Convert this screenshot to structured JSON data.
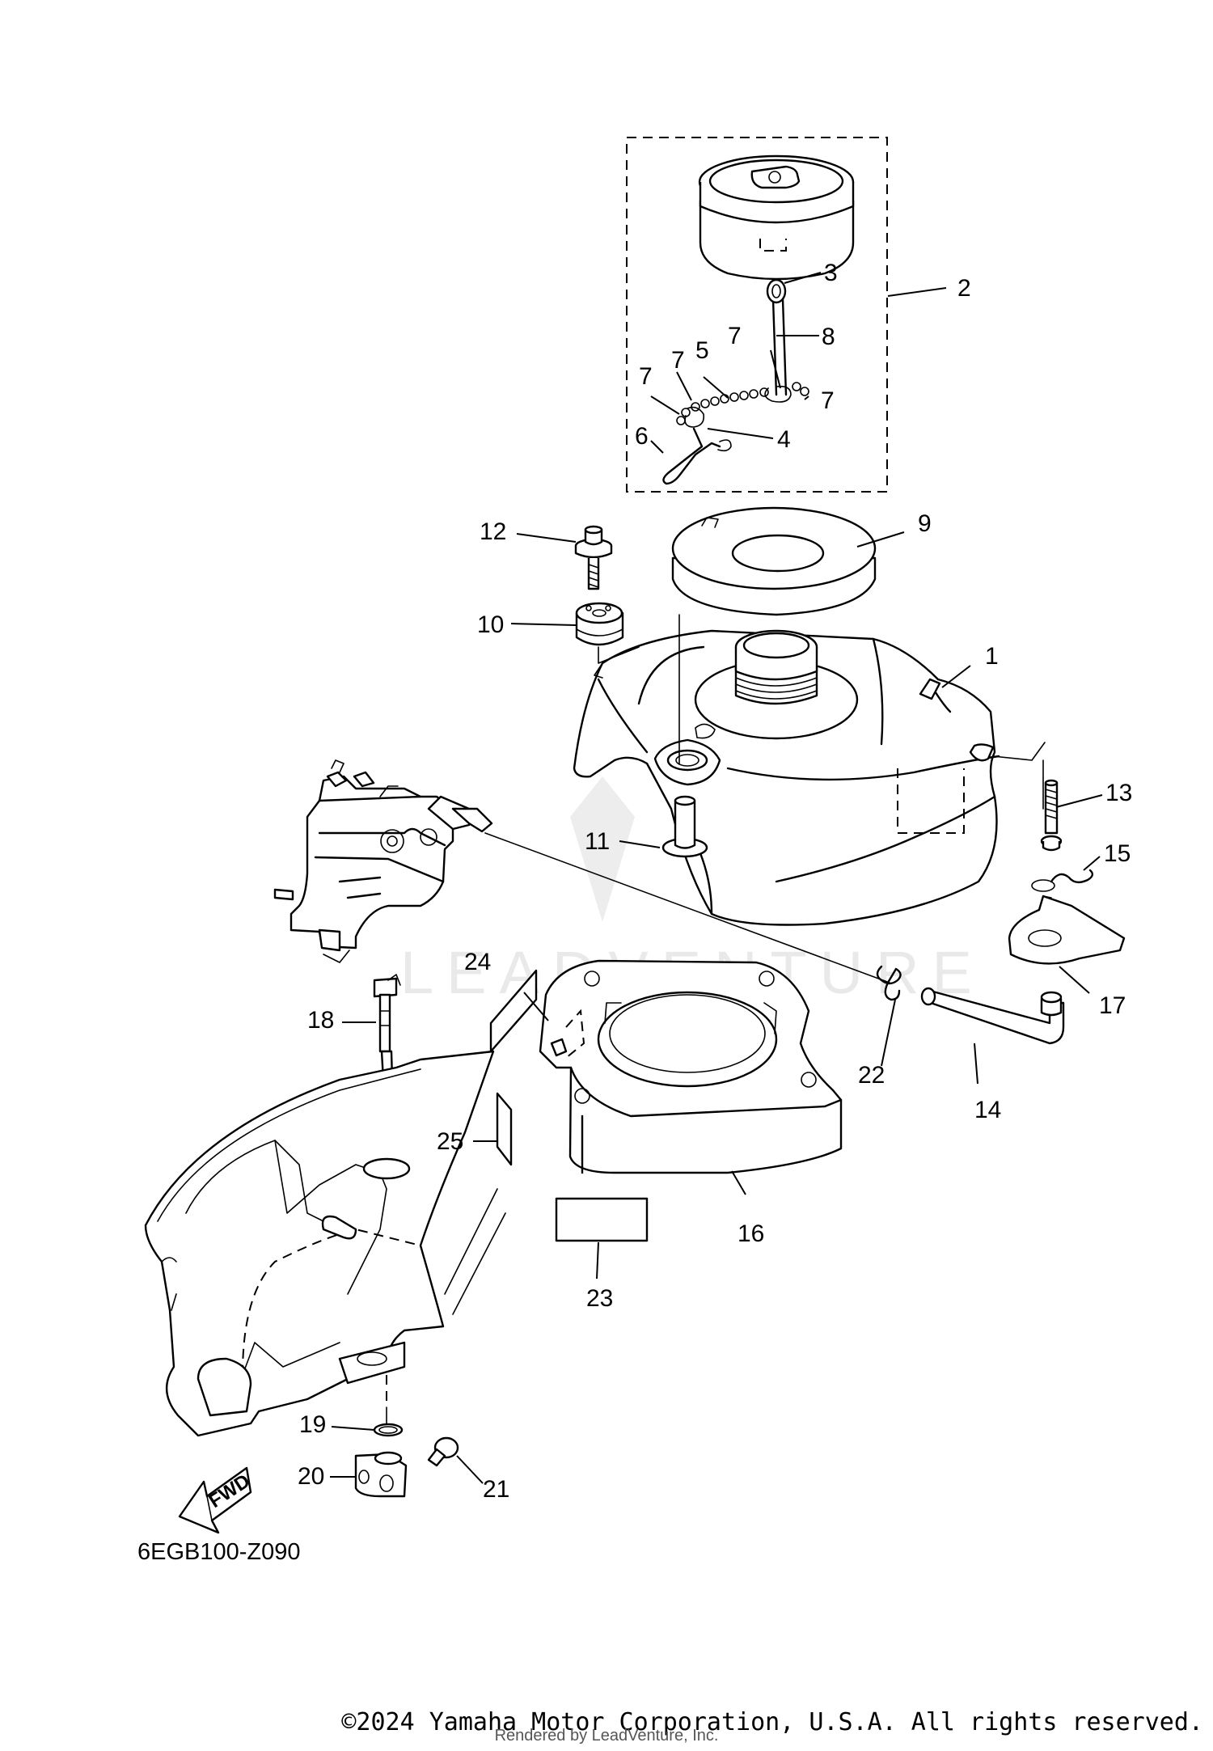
{
  "diagram": {
    "callouts": [
      {
        "label": "1"
      },
      {
        "label": "2"
      },
      {
        "label": "3"
      },
      {
        "label": "4"
      },
      {
        "label": "5"
      },
      {
        "label": "6"
      },
      {
        "label": "7"
      },
      {
        "label": "7"
      },
      {
        "label": "7"
      },
      {
        "label": "7"
      },
      {
        "label": "8"
      },
      {
        "label": "9"
      },
      {
        "label": "10"
      },
      {
        "label": "11"
      },
      {
        "label": "12"
      },
      {
        "label": "13"
      },
      {
        "label": "14"
      },
      {
        "label": "15"
      },
      {
        "label": "16"
      },
      {
        "label": "17"
      },
      {
        "label": "18"
      },
      {
        "label": "19"
      },
      {
        "label": "20"
      },
      {
        "label": "21"
      },
      {
        "label": "22"
      },
      {
        "label": "23"
      },
      {
        "label": "24"
      },
      {
        "label": "25"
      }
    ],
    "diagram_code": "6EGB100-Z090",
    "fwd_label": "FWD",
    "watermark": "LEADVENTURE"
  },
  "footer": {
    "copyright": "©2024 Yamaha Motor Corporation, U.S.A. All rights reserved.",
    "rendered_by": "Rendered by LeadVenture, Inc."
  }
}
